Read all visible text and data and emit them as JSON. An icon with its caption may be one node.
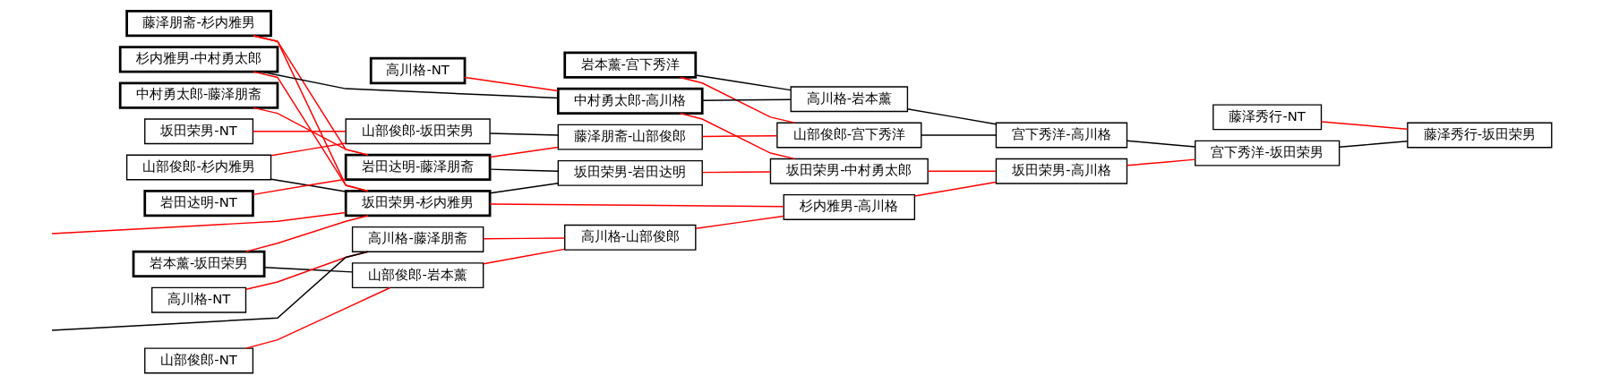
{
  "diagram": {
    "nodes": [
      {
        "text": [
          "藤泽朋斋-杉内雅男"
        ]
      },
      {
        "text": [
          "杉内雅男-中村勇太郎"
        ]
      },
      {
        "text": [
          "中村勇太郎-藤泽朋斋"
        ]
      },
      {
        "text": [
          "坂田荣男-NT"
        ]
      },
      {
        "text": [
          "山部俊郎-杉内雅男"
        ]
      },
      {
        "text": [
          "岩田达明-NT"
        ]
      },
      {
        "text": [
          "岩本薰-坂田荣男"
        ]
      },
      {
        "text": [
          "高川格-NT"
        ]
      },
      {
        "text": [
          "山部俊郎-NT"
        ]
      },
      {
        "text": [
          "高川格-NT"
        ]
      },
      {
        "text": [
          "山部俊郎-坂田荣男"
        ]
      },
      {
        "text": [
          "岩田达明-藤泽朋斋"
        ]
      },
      {
        "text": [
          "坂田荣男-杉内雅男"
        ]
      },
      {
        "text": [
          "高川格-藤泽朋斋"
        ]
      },
      {
        "text": [
          "山部俊郎-岩本薰"
        ]
      },
      {
        "text": [
          "岩本薰-宫下秀洋"
        ]
      },
      {
        "text": [
          "中村勇太郎-高川格"
        ]
      },
      {
        "text": [
          "藤泽朋斋-山部俊郎"
        ]
      },
      {
        "text": [
          "坂田荣男-岩田达明"
        ]
      },
      {
        "text": [
          "高川格-山部俊郎"
        ]
      },
      {
        "text": [
          "高川格-岩本薰"
        ]
      },
      {
        "text": [
          "山部俊郎-宫下秀洋"
        ]
      },
      {
        "text": [
          "坂田荣男-中村勇太郎"
        ]
      },
      {
        "text": [
          "杉内雅男-高川格"
        ]
      },
      {
        "text": [
          "宫下秀洋-高川格"
        ]
      },
      {
        "text": [
          "坂田荣男-高川格"
        ]
      },
      {
        "text": [
          "藤泽秀行-NT"
        ]
      },
      {
        "text": [
          "宫下秀洋-坂田荣男"
        ]
      },
      {
        "text": [
          "藤泽秀行-坂田荣男"
        ]
      }
    ],
    "edges": [
      {
        "from": 0,
        "to": 11,
        "arrow": "none"
      },
      {
        "from": 2,
        "to": 11,
        "arrow": "none"
      },
      {
        "from": 0,
        "to": 12,
        "arrow": "none"
      },
      {
        "from": 1,
        "to": 12,
        "arrow": "none"
      },
      {
        "from": 1,
        "to": 16,
        "arrow": "none",
        "color": "#000000"
      },
      {
        "from": 3,
        "to": 10,
        "arrow": "none"
      },
      {
        "from": 4,
        "to": 10,
        "arrow": "none"
      },
      {
        "from": 4,
        "to": 12,
        "arrow": "none",
        "color": "#000000"
      },
      {
        "from": 5,
        "to": 11,
        "arrow": "none"
      },
      {
        "from": 6,
        "to": 12,
        "arrow": "none"
      },
      {
        "from": null,
        "to": 12,
        "arrow": "none"
      },
      {
        "from": 6,
        "to": 14,
        "arrow": "none",
        "color": "#000000"
      },
      {
        "from": 7,
        "to": 13,
        "arrow": "none"
      },
      {
        "from": null,
        "to": 13,
        "arrow": "none",
        "color": "#000000"
      },
      {
        "from": 8,
        "to": 14,
        "arrow": "none"
      },
      {
        "from": 9,
        "to": 16,
        "arrow": "none"
      },
      {
        "from": 10,
        "to": 17,
        "arrow": "none",
        "color": "#000000"
      },
      {
        "from": 11,
        "to": 17,
        "arrow": "none"
      },
      {
        "from": 11,
        "to": 18,
        "arrow": "none",
        "color": "#000000"
      },
      {
        "from": 12,
        "to": 18,
        "arrow": "none",
        "color": "#000000"
      },
      {
        "from": 12,
        "to": 23,
        "arrow": "none"
      },
      {
        "from": 13,
        "to": 19,
        "arrow": "none"
      },
      {
        "from": 14,
        "to": 19,
        "arrow": "none"
      },
      {
        "from": 15,
        "to": 20,
        "arrow": "none",
        "color": "#000000"
      },
      {
        "from": 15,
        "to": 21,
        "arrow": "none"
      },
      {
        "from": 16,
        "to": 20,
        "arrow": "none",
        "color": "#000000"
      },
      {
        "from": 16,
        "to": 22,
        "arrow": "none"
      },
      {
        "from": 17,
        "to": 21,
        "arrow": "none"
      },
      {
        "from": 18,
        "to": 22,
        "arrow": "none"
      },
      {
        "from": 19,
        "to": 23,
        "arrow": "none"
      },
      {
        "from": 20,
        "to": 24,
        "arrow": "none",
        "color": "#000000"
      },
      {
        "from": 21,
        "to": 24,
        "arrow": "none",
        "color": "#000000"
      },
      {
        "from": 22,
        "to": 25,
        "arrow": "none"
      },
      {
        "from": 23,
        "to": 25,
        "arrow": "none"
      },
      {
        "from": 24,
        "to": 27,
        "arrow": "none",
        "color": "#000000"
      },
      {
        "from": 25,
        "to": 27,
        "arrow": "none"
      },
      {
        "from": 26,
        "to": 28,
        "arrow": "none"
      },
      {
        "from": 27,
        "to": 28,
        "arrow": "none",
        "color": "#000000"
      }
    ]
  }
}
